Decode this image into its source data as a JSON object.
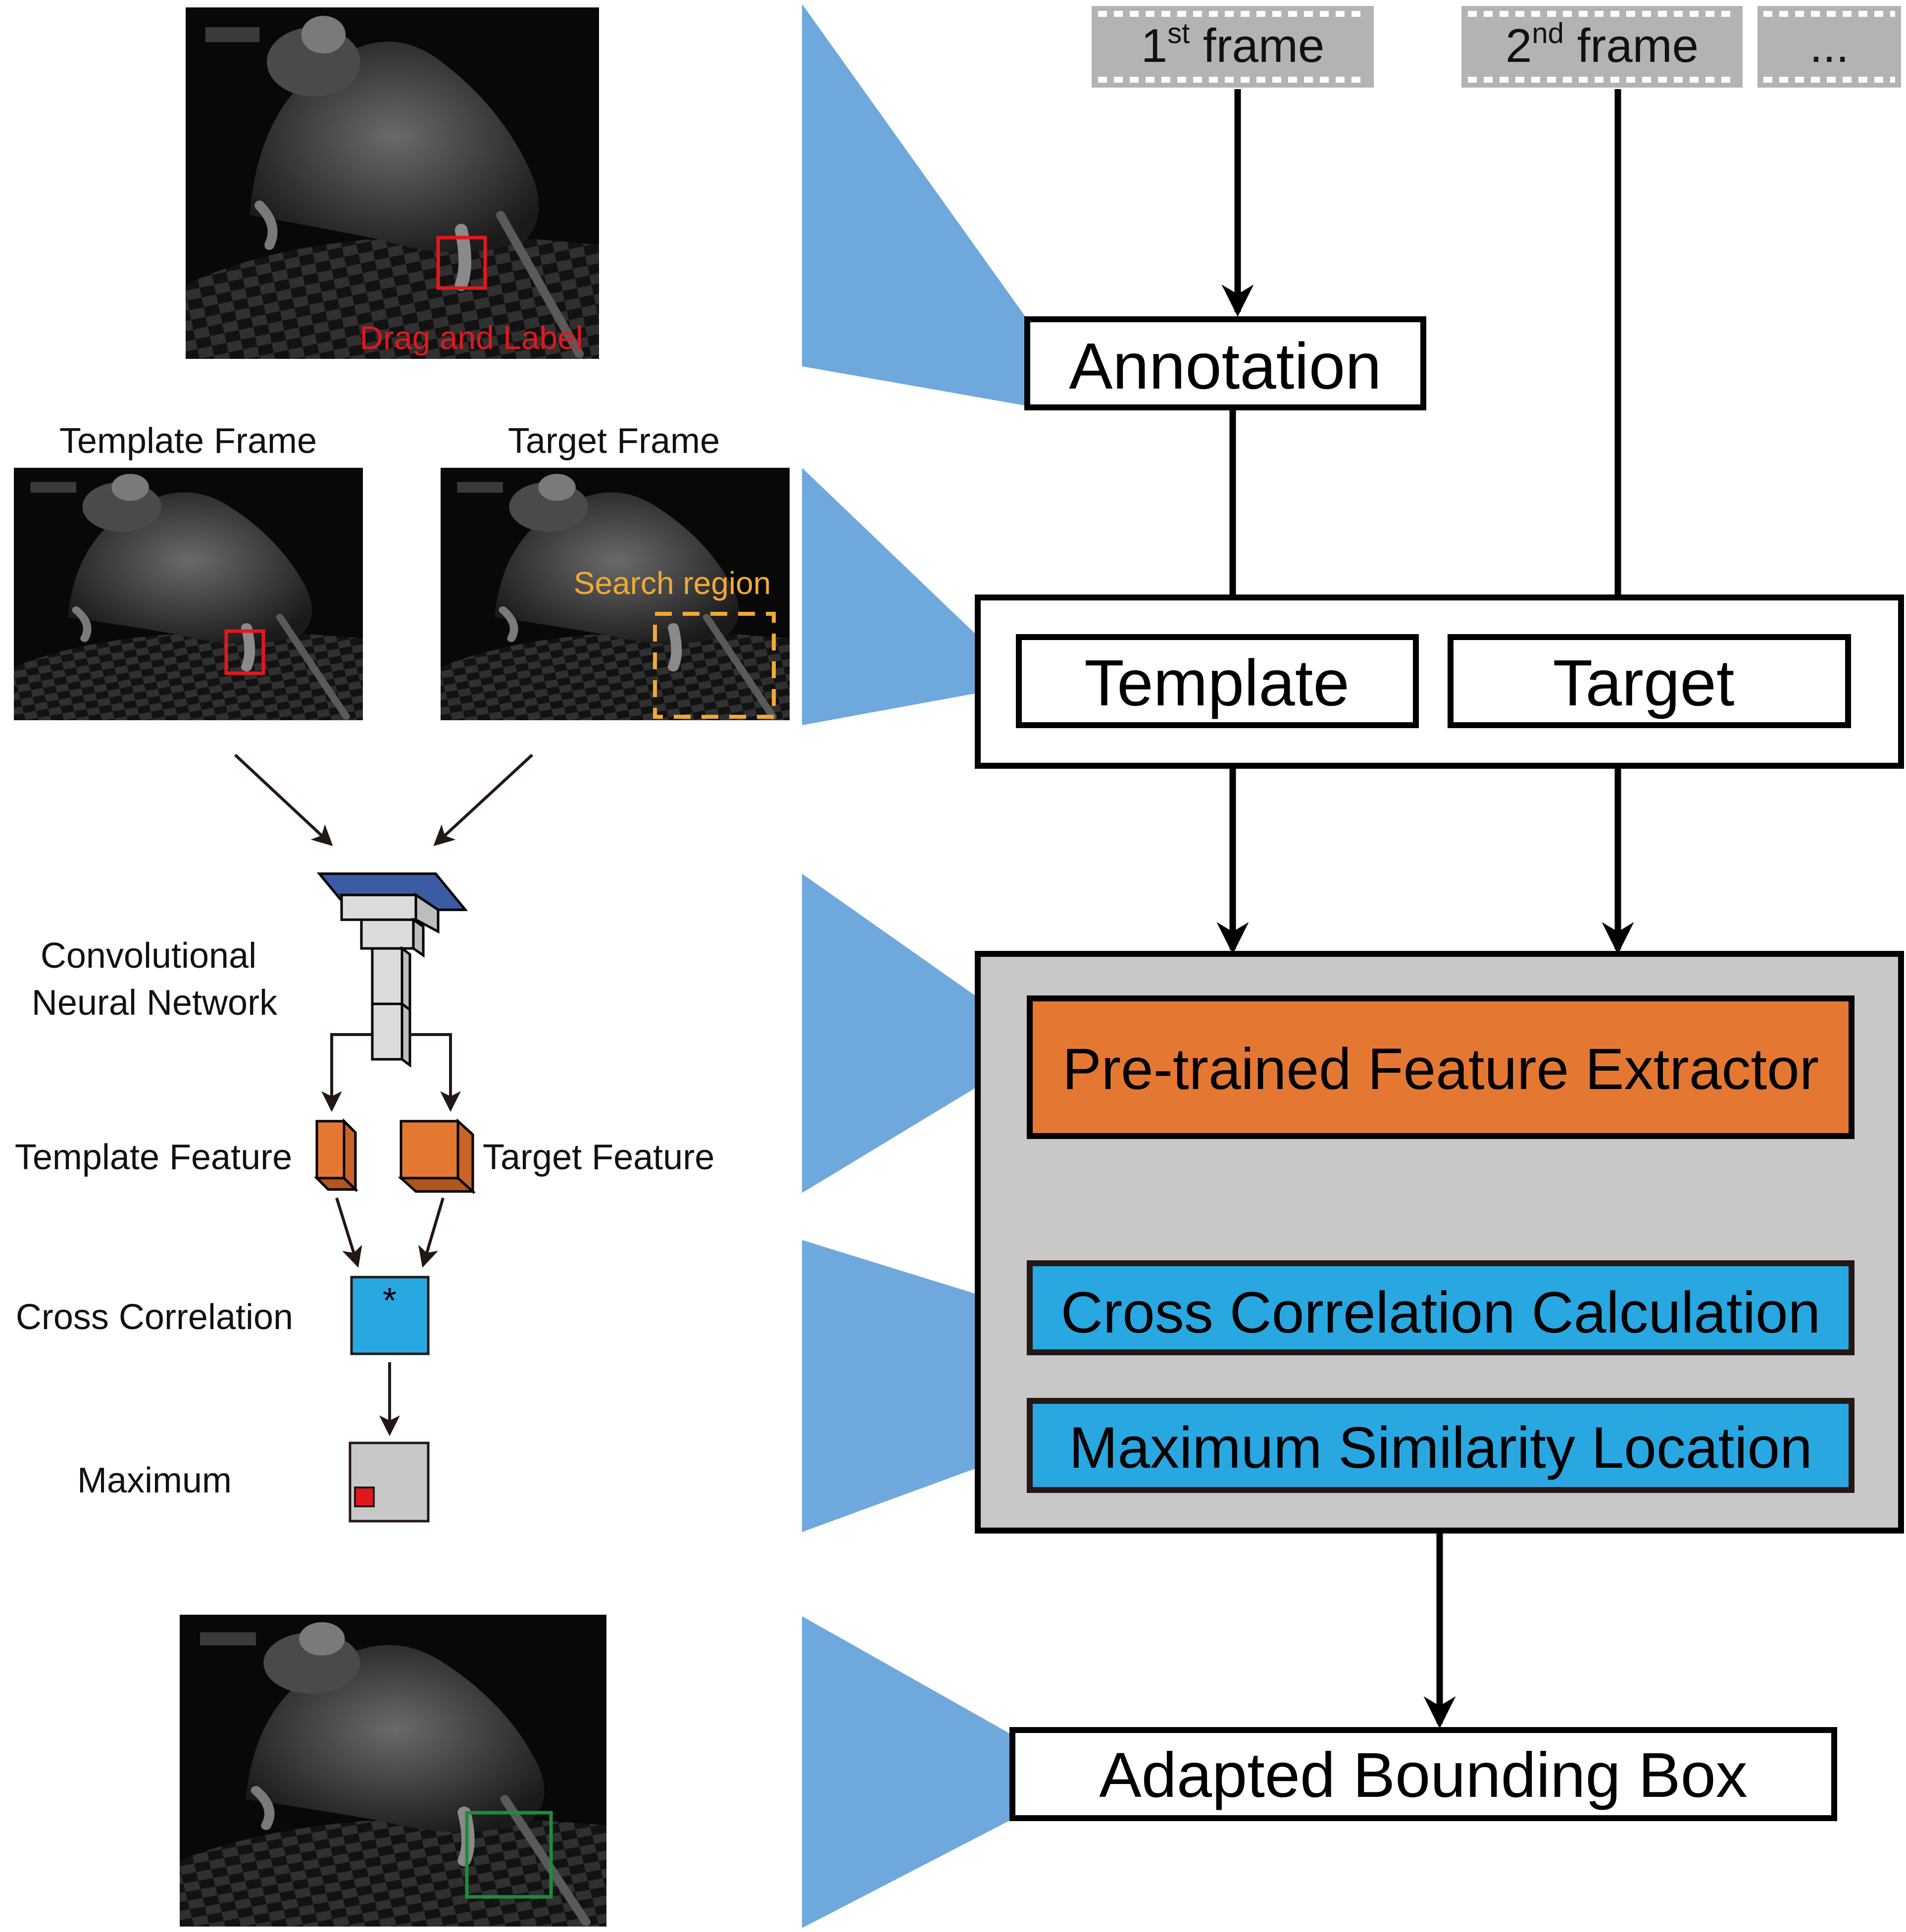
{
  "frames": {
    "first": {
      "base": "1",
      "sup": "st",
      "rest": " frame"
    },
    "second": {
      "base": "2",
      "sup": "nd",
      "rest": " frame"
    },
    "more": "..."
  },
  "pipeline": {
    "annotation": "Annotation",
    "template": "Template",
    "target": "Target",
    "feature_extractor": "Pre-trained Feature Extractor",
    "cross_correlation": "Cross Correlation Calculation",
    "max_similarity": "Maximum Similarity Location",
    "adapted_box": "Adapted Bounding Box"
  },
  "left": {
    "drag_label": "Drag and Label",
    "template_frame": "Template Frame",
    "target_frame": "Target Frame",
    "search_region": "Search region",
    "cnn_line1": "Convolutional",
    "cnn_line2": "Neural Network",
    "template_feature": "Template Feature",
    "target_feature": "Target Feature",
    "cross_correlation": "Cross Correlation",
    "correlation_symbol": "*",
    "maximum": "Maximum"
  },
  "colors": {
    "callout_blue": "#6FA8DC",
    "orange": "#E47833",
    "cyan": "#29A7E1",
    "gray_panel": "#C8C8C8",
    "film_gray": "#B3B3B3",
    "red_box": "#E0181E",
    "search_yellow": "#F2A934",
    "green_box": "#1E8C3A",
    "cnn_top_blue": "#3B5BA5"
  }
}
